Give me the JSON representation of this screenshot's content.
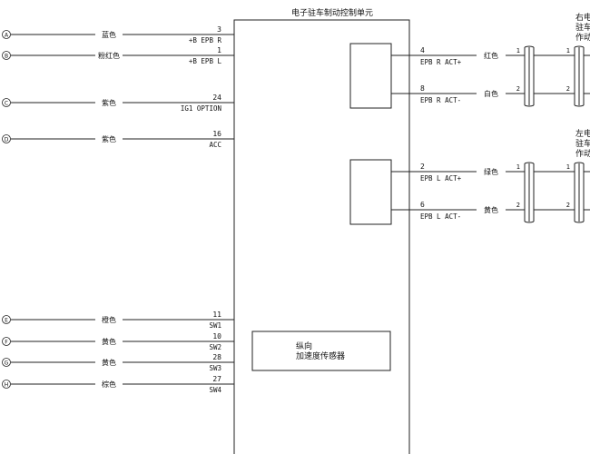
{
  "title": "电子驻车制动控制单元",
  "inputs": [
    {
      "id": "A",
      "color": "蓝色",
      "pin": "3",
      "signal": "+B EPB R"
    },
    {
      "id": "B",
      "color": "粉红色",
      "pin": "1",
      "signal": "+B EPB L"
    },
    {
      "id": "C",
      "color": "紫色",
      "pin": "24",
      "signal": "IG1 OPTION"
    },
    {
      "id": "D",
      "color": "紫色",
      "pin": "16",
      "signal": "ACC"
    },
    {
      "id": "E",
      "color": "橙色",
      "pin": "11",
      "signal": "SW1"
    },
    {
      "id": "F",
      "color": "黄色",
      "pin": "10",
      "signal": "SW2"
    },
    {
      "id": "G",
      "color": "黄色",
      "pin": "28",
      "signal": "SW3"
    },
    {
      "id": "H",
      "color": "棕色",
      "pin": "27",
      "signal": "SW4"
    }
  ],
  "outputs": [
    {
      "pin": "4",
      "signal": "EPB R ACT+",
      "color": "红色",
      "conn_pin": "1",
      "act_pin": "1"
    },
    {
      "pin": "8",
      "signal": "EPB R ACT-",
      "color": "白色",
      "conn_pin": "2",
      "act_pin": "2"
    },
    {
      "pin": "2",
      "signal": "EPB L ACT+",
      "color": "绿色",
      "conn_pin": "1",
      "act_pin": "1"
    },
    {
      "pin": "6",
      "signal": "EPB L ACT-",
      "color": "黄色",
      "conn_pin": "2",
      "act_pin": "2"
    }
  ],
  "actuators": {
    "right": [
      "右电",
      "驻车",
      "作动"
    ],
    "left": [
      "左电",
      "驻车",
      "作动"
    ]
  },
  "sensor": {
    "line1": "纵向",
    "line2": "加速度传感器"
  }
}
